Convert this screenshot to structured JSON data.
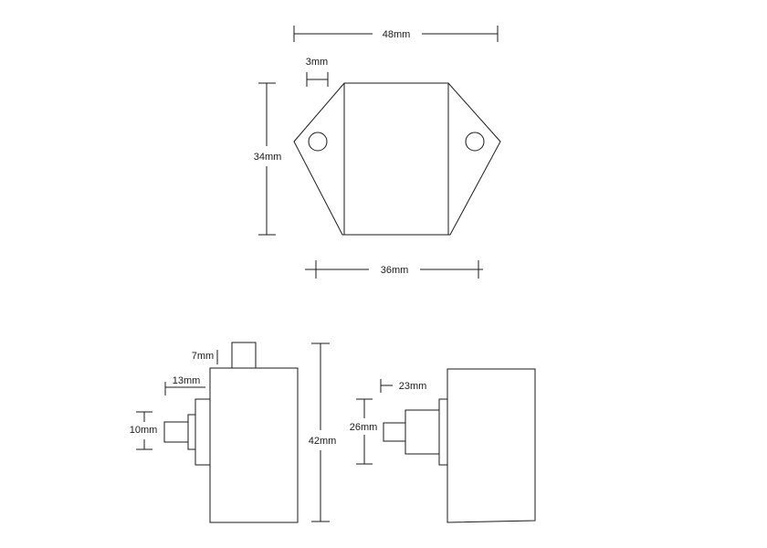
{
  "dimensions": {
    "top_width": "48mm",
    "ear_width": "3mm",
    "height": "34mm",
    "bottom_width": "36mm",
    "knob_height": "7mm",
    "step_depth": "13mm",
    "shaft_diameter": "10mm",
    "total_height": "42mm",
    "side_step_depth": "23mm",
    "collar_height": "26mm"
  },
  "colors": {
    "line": "#1a1a1a",
    "background": "#ffffff"
  }
}
